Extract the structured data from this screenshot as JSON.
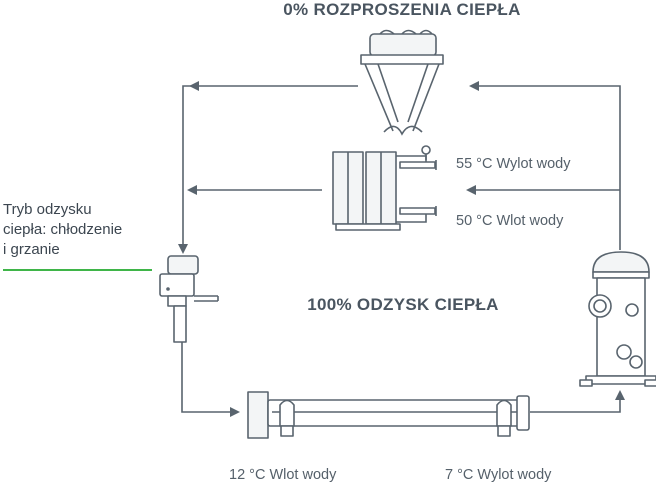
{
  "labels": {
    "top_title": "0% ROZPROSZENIA CIEPŁA",
    "mid_title": "100% ODZYSK CIEPŁA",
    "water_out_55": "55 °C Wylot wody",
    "water_in_50": "50 °C Wlot wody",
    "water_in_12": "12 °C Wlot wody",
    "water_out_7": "7 °C Wylot wody",
    "mode_line1": "Tryb odzysku",
    "mode_line2": "ciepła: chłodzenie",
    "mode_line3": "i grzanie"
  },
  "colors": {
    "line": "#59646e",
    "text": "#4a5560",
    "accent": "#3fb549"
  },
  "components": [
    "dry-cooler",
    "heat-recovery-exchanger",
    "expansion-valve",
    "evaporator",
    "compressor"
  ]
}
